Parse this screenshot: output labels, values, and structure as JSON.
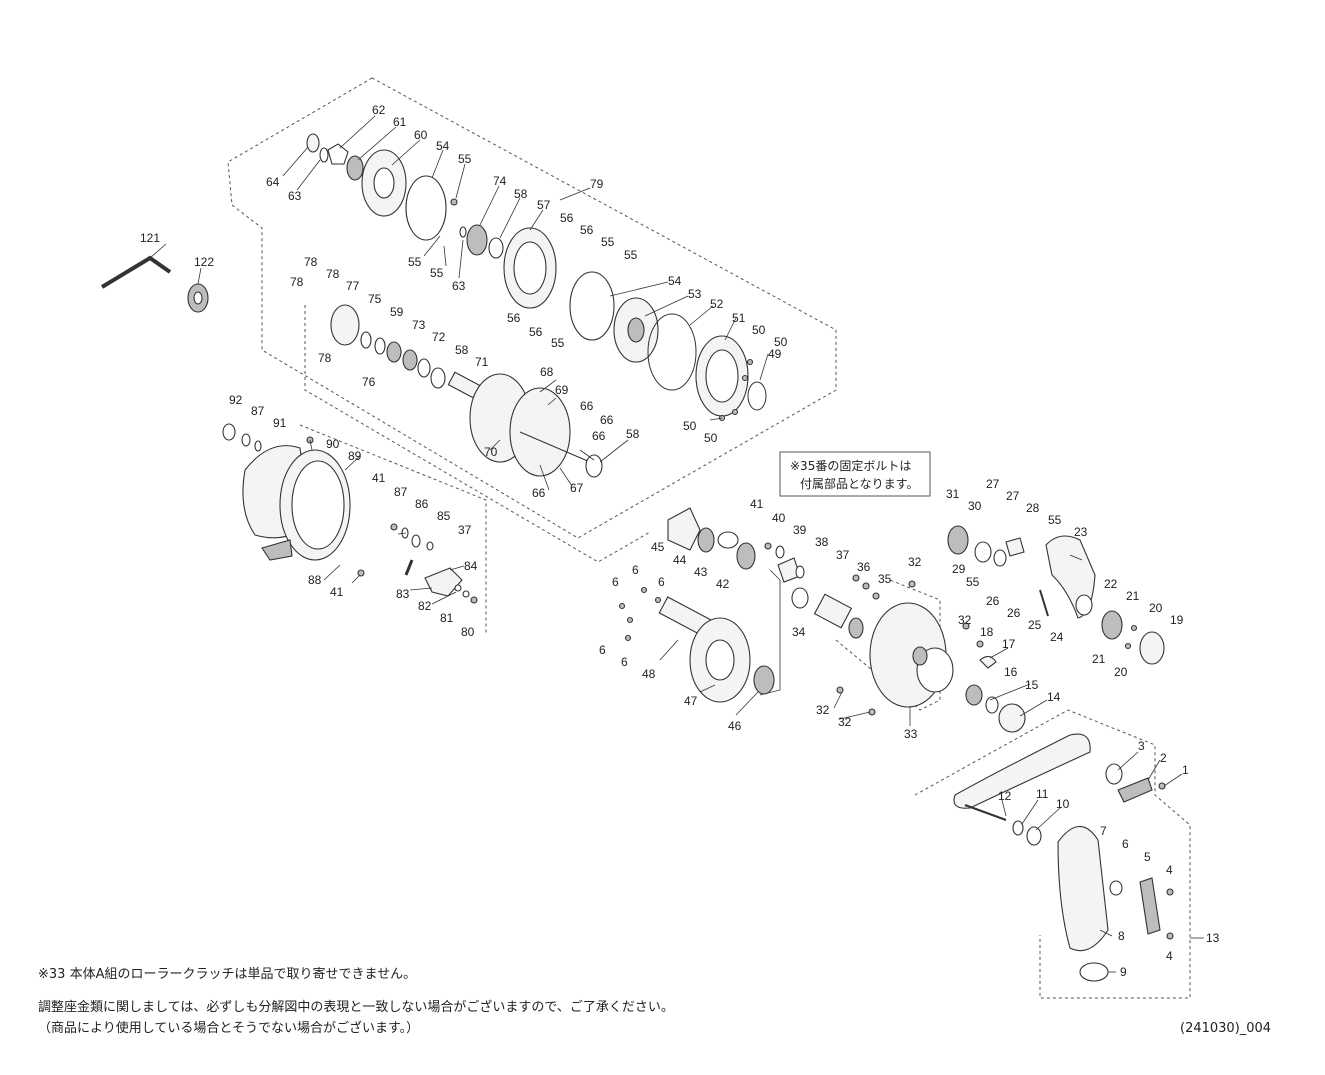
{
  "callout_note": {
    "line1": "※35番の固定ボルトは",
    "line2": "付属部品となります。"
  },
  "notes": {
    "note1": "※33 本体A組のローラークラッチは単品で取り寄せできません。",
    "note2": "調整座金類に関しましては、必ずしも分解図中の表現と一致しない場合がございますので、ご了承ください。",
    "note3": "（商品により使用している場合とそうでない場合がございます。）",
    "code": "(241030)_004"
  },
  "part_numbers": [
    "62",
    "61",
    "60",
    "64",
    "63",
    "54",
    "55",
    "74",
    "58",
    "57",
    "79",
    "56",
    "56",
    "55",
    "55",
    "55",
    "55",
    "63",
    "54",
    "53",
    "52",
    "51",
    "56",
    "56",
    "55",
    "50",
    "50",
    "49",
    "50",
    "50",
    "121",
    "122",
    "78",
    "78",
    "77",
    "78",
    "75",
    "59",
    "73",
    "72",
    "58",
    "71",
    "78",
    "76",
    "68",
    "69",
    "66",
    "66",
    "70",
    "66",
    "67",
    "66",
    "58",
    "92",
    "87",
    "91",
    "90",
    "89",
    "41",
    "87",
    "86",
    "85",
    "37",
    "88",
    "41",
    "84",
    "83",
    "82",
    "81",
    "80",
    "41",
    "40",
    "39",
    "38",
    "45",
    "44",
    "43",
    "42",
    "37",
    "36",
    "35",
    "32",
    "34",
    "6",
    "6",
    "6",
    "6",
    "6",
    "48",
    "47",
    "46",
    "32",
    "32",
    "33",
    "32",
    "18",
    "17",
    "16",
    "15",
    "14",
    "31",
    "30",
    "27",
    "27",
    "28",
    "29",
    "55",
    "55",
    "23",
    "26",
    "26",
    "25",
    "24",
    "22",
    "21",
    "20",
    "19",
    "21",
    "20",
    "3",
    "2",
    "1",
    "12",
    "11",
    "10",
    "7",
    "6",
    "5",
    "4",
    "13",
    "8",
    "4",
    "9"
  ]
}
